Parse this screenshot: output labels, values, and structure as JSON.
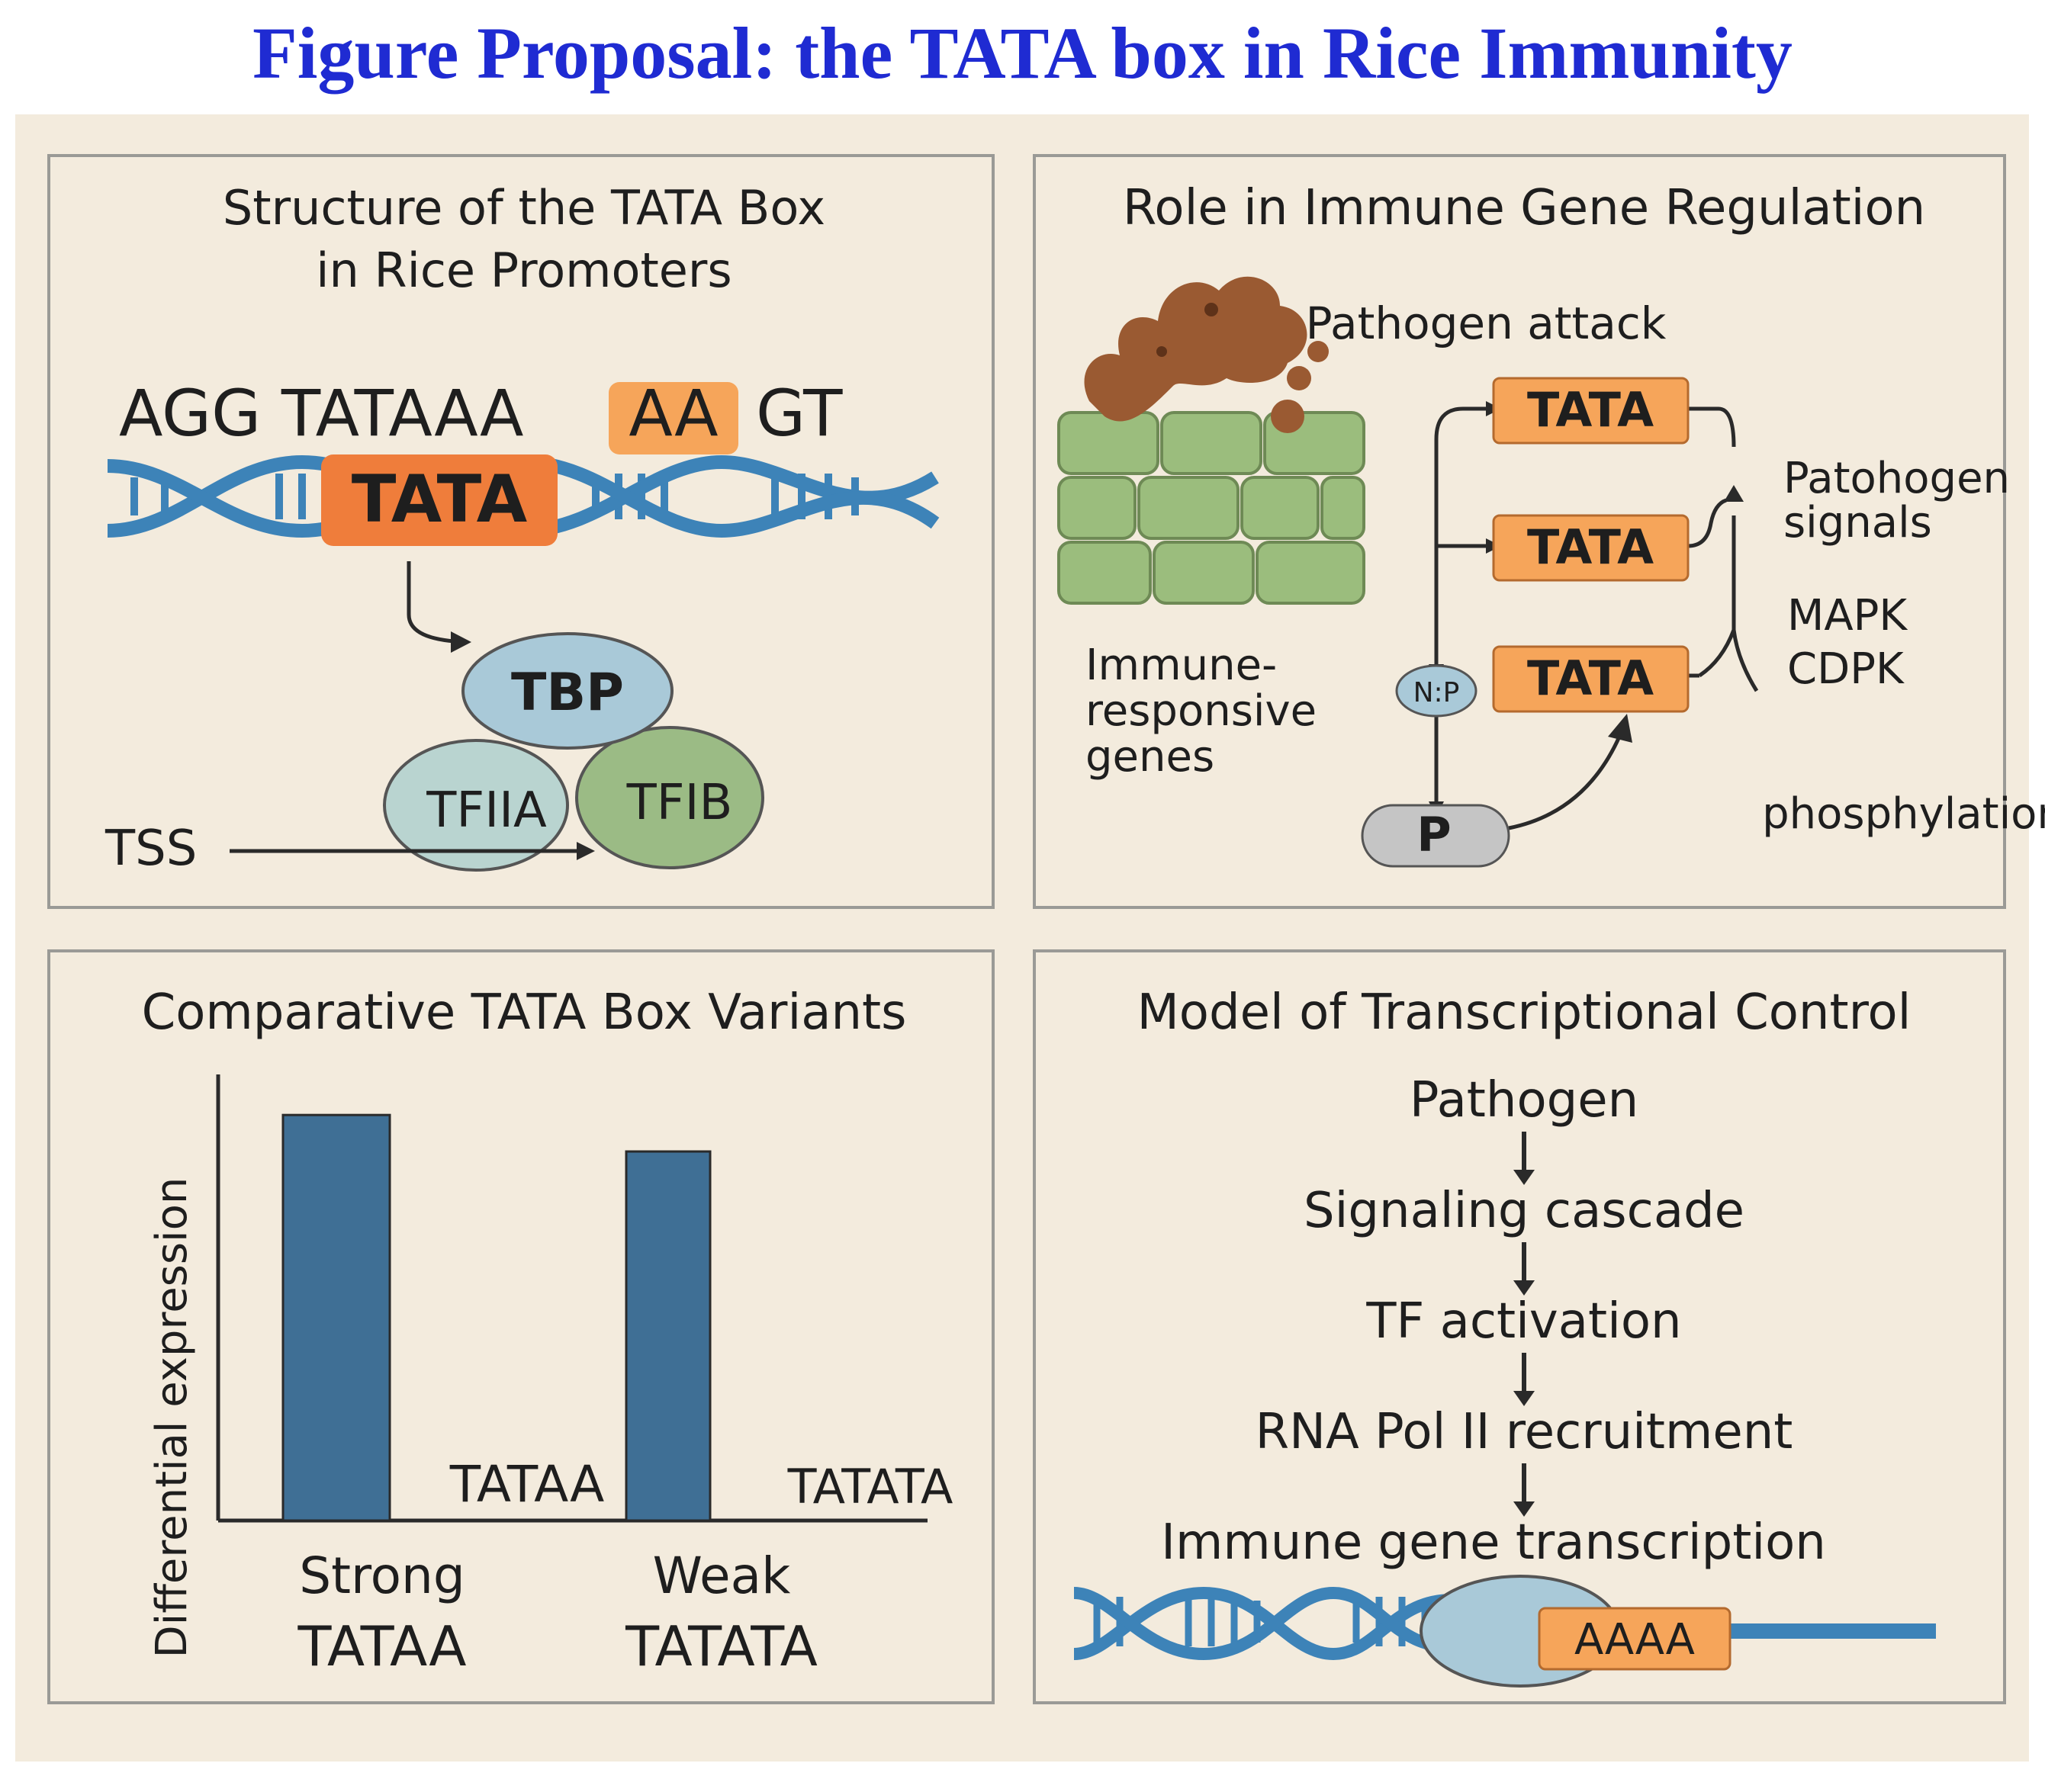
{
  "title": "Figure Proposal: the TATA box in Rice Immunity",
  "colors": {
    "title": "#1f2bd2",
    "background": "#f3ebdd",
    "dna": "#3d83b8",
    "orange": "#f6a55a",
    "orange_dark": "#ef7d3b",
    "bar": "#3f6f95"
  },
  "panel_structure": {
    "title_line1": "Structure of the TATA Box",
    "title_line2": "in Rice Promoters",
    "seq_part1": "AGG TATAAA",
    "seq_highlight": "AA",
    "seq_part2": "GT",
    "dna_label": "TATA",
    "tbp": "TBP",
    "tfiia": "TFIIA",
    "tfib": "TFIB",
    "tss": "TSS"
  },
  "panel_role": {
    "title": "Role in Immune Gene Regulation",
    "pathogen_attack": "Pathogen attack",
    "tata_1": "TATA",
    "tata_2": "TATA",
    "tata_3": "TATA",
    "signals_line1": "Patohogen",
    "signals_line2": "signals",
    "mapk": "MAPK",
    "cdpk": "CDPK",
    "immune_line1": "Immune-",
    "immune_line2": "responsive",
    "immune_line3": "genes",
    "np_label": "N:P",
    "p_label": "P",
    "phosphylation": "phosphylation"
  },
  "panel_variants": {
    "title": "Comparative TATA Box Variants",
    "ylabel": "Differential expression",
    "bar1_seq": "TATAA",
    "bar2_seq": "TATATA",
    "cat1_line1": "Strong",
    "cat1_line2": "TATAA",
    "cat2_line1": "Weak",
    "cat2_line2": "TATATA"
  },
  "chart_data": {
    "type": "bar",
    "categories": [
      "Strong TATAA",
      "Weak TATATA"
    ],
    "values": [
      1.0,
      0.91
    ],
    "ylabel": "Differential expression",
    "ylim": [
      0,
      1.1
    ],
    "grid": false
  },
  "panel_model": {
    "title": "Model of Transcriptional Control",
    "steps": [
      "Pathogen",
      "Signaling cascade",
      "TF activation",
      "RNA Pol II recruitment",
      "Immune gene transcription"
    ],
    "transcript_label": "AAAA"
  }
}
